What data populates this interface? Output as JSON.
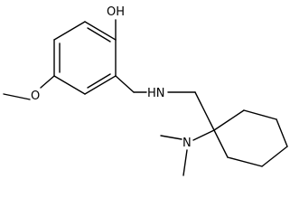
{
  "molecule": {
    "atoms": {
      "hydroxyl": "OH",
      "amine": "HN",
      "methoxy_oxygen": "O",
      "dimethylamino": "N"
    }
  },
  "colors": {
    "bond": "#000000",
    "text": "#000000",
    "background": "#ffffff"
  }
}
